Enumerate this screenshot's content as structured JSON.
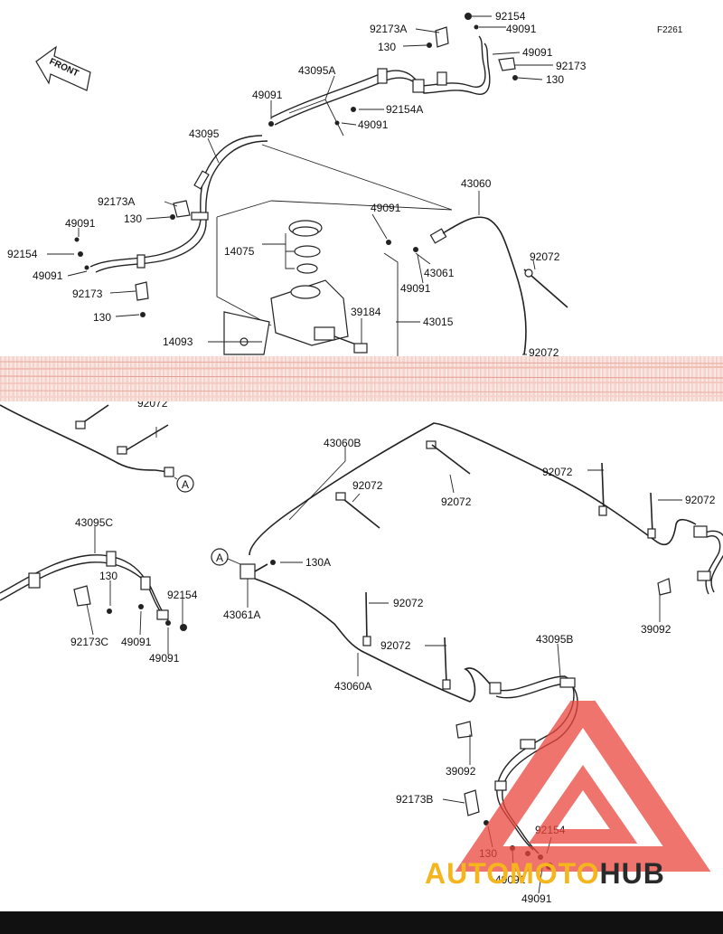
{
  "figure_code": "F2261",
  "front_marker": "FRONT",
  "callout_letter": "A",
  "watermark": {
    "part1": "AUTO",
    "part2": "MOTO",
    "part3": "HUB",
    "color_primary": "#f5b51d",
    "color_triangle": "#e8463c"
  },
  "labels": {
    "p92154_t": "92154",
    "p92173A_t": "92173A",
    "p49091_t1": "49091",
    "p130_t1": "130",
    "p49091_t2": "49091",
    "p92173_t": "92173",
    "p130_t2": "130",
    "p43095A": "43095A",
    "p49091_m": "49091",
    "p92154A": "92154A",
    "p49091_m2": "49091",
    "p43095": "43095",
    "p43060": "43060",
    "p92173A_l": "92173A",
    "p130_l1": "130",
    "p49091_c": "49091",
    "p49091_l": "49091",
    "p14075": "14075",
    "p92072_r1": "92072",
    "p92154_l": "92154",
    "p49091_l2": "49091",
    "p43061": "43061",
    "p49091_c2": "49091",
    "p92173_l": "92173",
    "p130_l2": "130",
    "p39184": "39184",
    "p43015": "43015",
    "p14093": "14093",
    "p92072_r2": "92072",
    "p92072_u": "92072",
    "p43060B": "43060B",
    "p92072_b1": "92072",
    "p92072_b2": "92072",
    "p92072_b3": "92072",
    "p92072_b4": "92072",
    "p43095C": "43095C",
    "p130_b": "130",
    "p92154_b": "92154",
    "p92173C": "92173C",
    "p49091_b1": "49091",
    "p49091_b2": "49091",
    "p130A": "130A",
    "p43061A": "43061A",
    "p92072_b5": "92072",
    "p39092_r": "39092",
    "p92072_b6": "92072",
    "p43060A": "43060A",
    "p43095B": "43095B",
    "p39092_b": "39092",
    "p92173B": "92173B",
    "p130_bb": "130",
    "p92154_bb": "92154",
    "p49091_bb1": "49091",
    "p49091_bb2": "49091"
  }
}
